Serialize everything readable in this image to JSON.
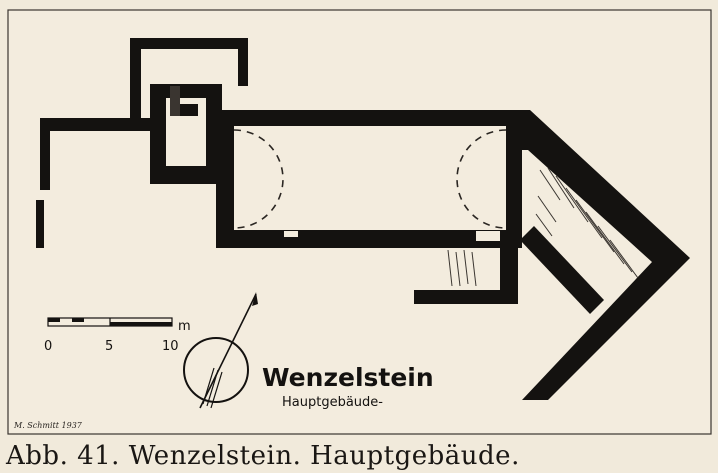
{
  "figure": {
    "label_title": "Wenzelstein",
    "label_subtitle": "Hauptgebäude-",
    "signature": "M. Schmitt 1937",
    "caption": "Abb. 41. Wenzelstein. Hauptgebäude.",
    "scale": {
      "ticks": [
        "0",
        "5",
        "10"
      ],
      "unit": "m"
    },
    "colors": {
      "paper": "#f1eadb",
      "ink": "#141210"
    },
    "north_arrow_icon": "north-arrow-icon"
  }
}
